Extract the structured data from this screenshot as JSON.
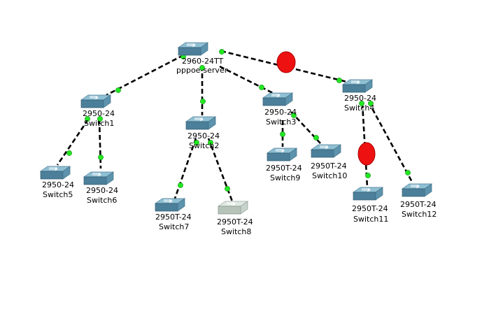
{
  "devices": {
    "server": {
      "model": "2960-24TT",
      "name": "pppoe-server"
    },
    "switch1": {
      "model": "2950-24",
      "name": "Switch1"
    },
    "switch2": {
      "model": "2950-24",
      "name": "Switch2"
    },
    "switch3": {
      "model": "2950-24",
      "name": "Switch3"
    },
    "switch4": {
      "model": "2950-24",
      "name": "Switch4"
    },
    "switch5": {
      "model": "2950-24",
      "name": "Switch5"
    },
    "switch6": {
      "model": "2950-24",
      "name": "Switch6"
    },
    "switch7": {
      "model": "2950T-24",
      "name": "Switch7"
    },
    "switch8": {
      "model": "2950T-24",
      "name": "Switch8"
    },
    "switch9": {
      "model": "2950T-24",
      "name": "Switch9"
    },
    "switch10": {
      "model": "2950T-24",
      "name": "Switch10"
    },
    "switch11": {
      "model": "2950T-24",
      "name": "Switch11"
    },
    "switch12": {
      "model": "2950T-24",
      "name": "Switch12"
    }
  },
  "colors": {
    "link": "#000000",
    "link_status_up": "#22e722",
    "link_fault_marker": "#ee1111",
    "device": "#6fa6bf",
    "device_inactive": "#d3ddd6"
  },
  "icons": {
    "switch": "switch-icon",
    "port_status": "link-up-icon",
    "fault": "fault-marker-icon"
  }
}
